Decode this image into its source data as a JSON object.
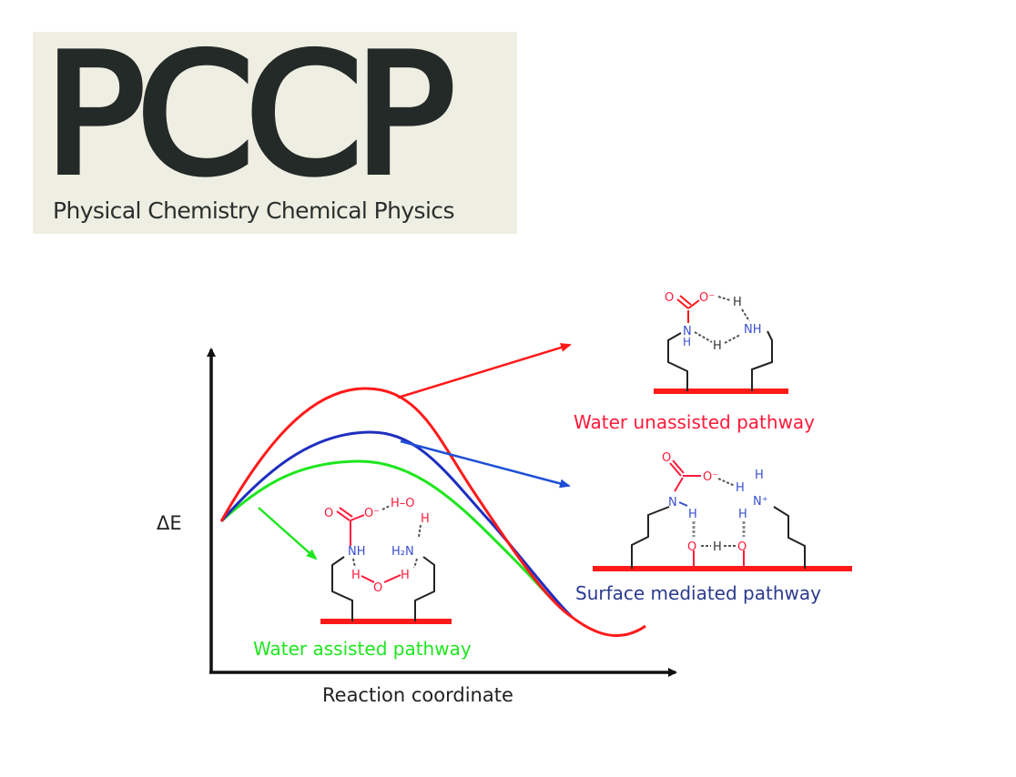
{
  "logo": {
    "mark": "PCCP",
    "subtitle": "Physical Chemistry Chemical Physics",
    "background": "#eeeee2",
    "text_color": "#232a28"
  },
  "diagram": {
    "y_axis_label": "ΔE",
    "x_axis_label": "Reaction coordinate",
    "pathways": [
      {
        "name": "Water unassisted pathway",
        "color": "#ff1a1a",
        "label_color": "#ff1a3a",
        "barrier": "highest"
      },
      {
        "name": "Surface mediated pathway",
        "color": "#1f2fbf",
        "label_color": "#2b3a8f",
        "barrier": "intermediate"
      },
      {
        "name": "Water assisted pathway",
        "color": "#1ee61e",
        "label_color": "#1ee61e",
        "barrier": "lowest"
      }
    ],
    "structures": {
      "unassisted": {
        "atoms": [
          "O",
          "O⁻",
          "H",
          "N",
          "H",
          "H",
          "NH"
        ]
      },
      "surface": {
        "atoms": [
          "O",
          "O⁻",
          "N",
          "H",
          "H",
          "H",
          "N⁺",
          "H",
          "O",
          "H",
          "O"
        ]
      },
      "assisted": {
        "atoms": [
          "O",
          "O⁻",
          "H",
          "O",
          "H",
          "NH",
          "H₂N",
          "H",
          "O",
          "H"
        ]
      }
    }
  }
}
